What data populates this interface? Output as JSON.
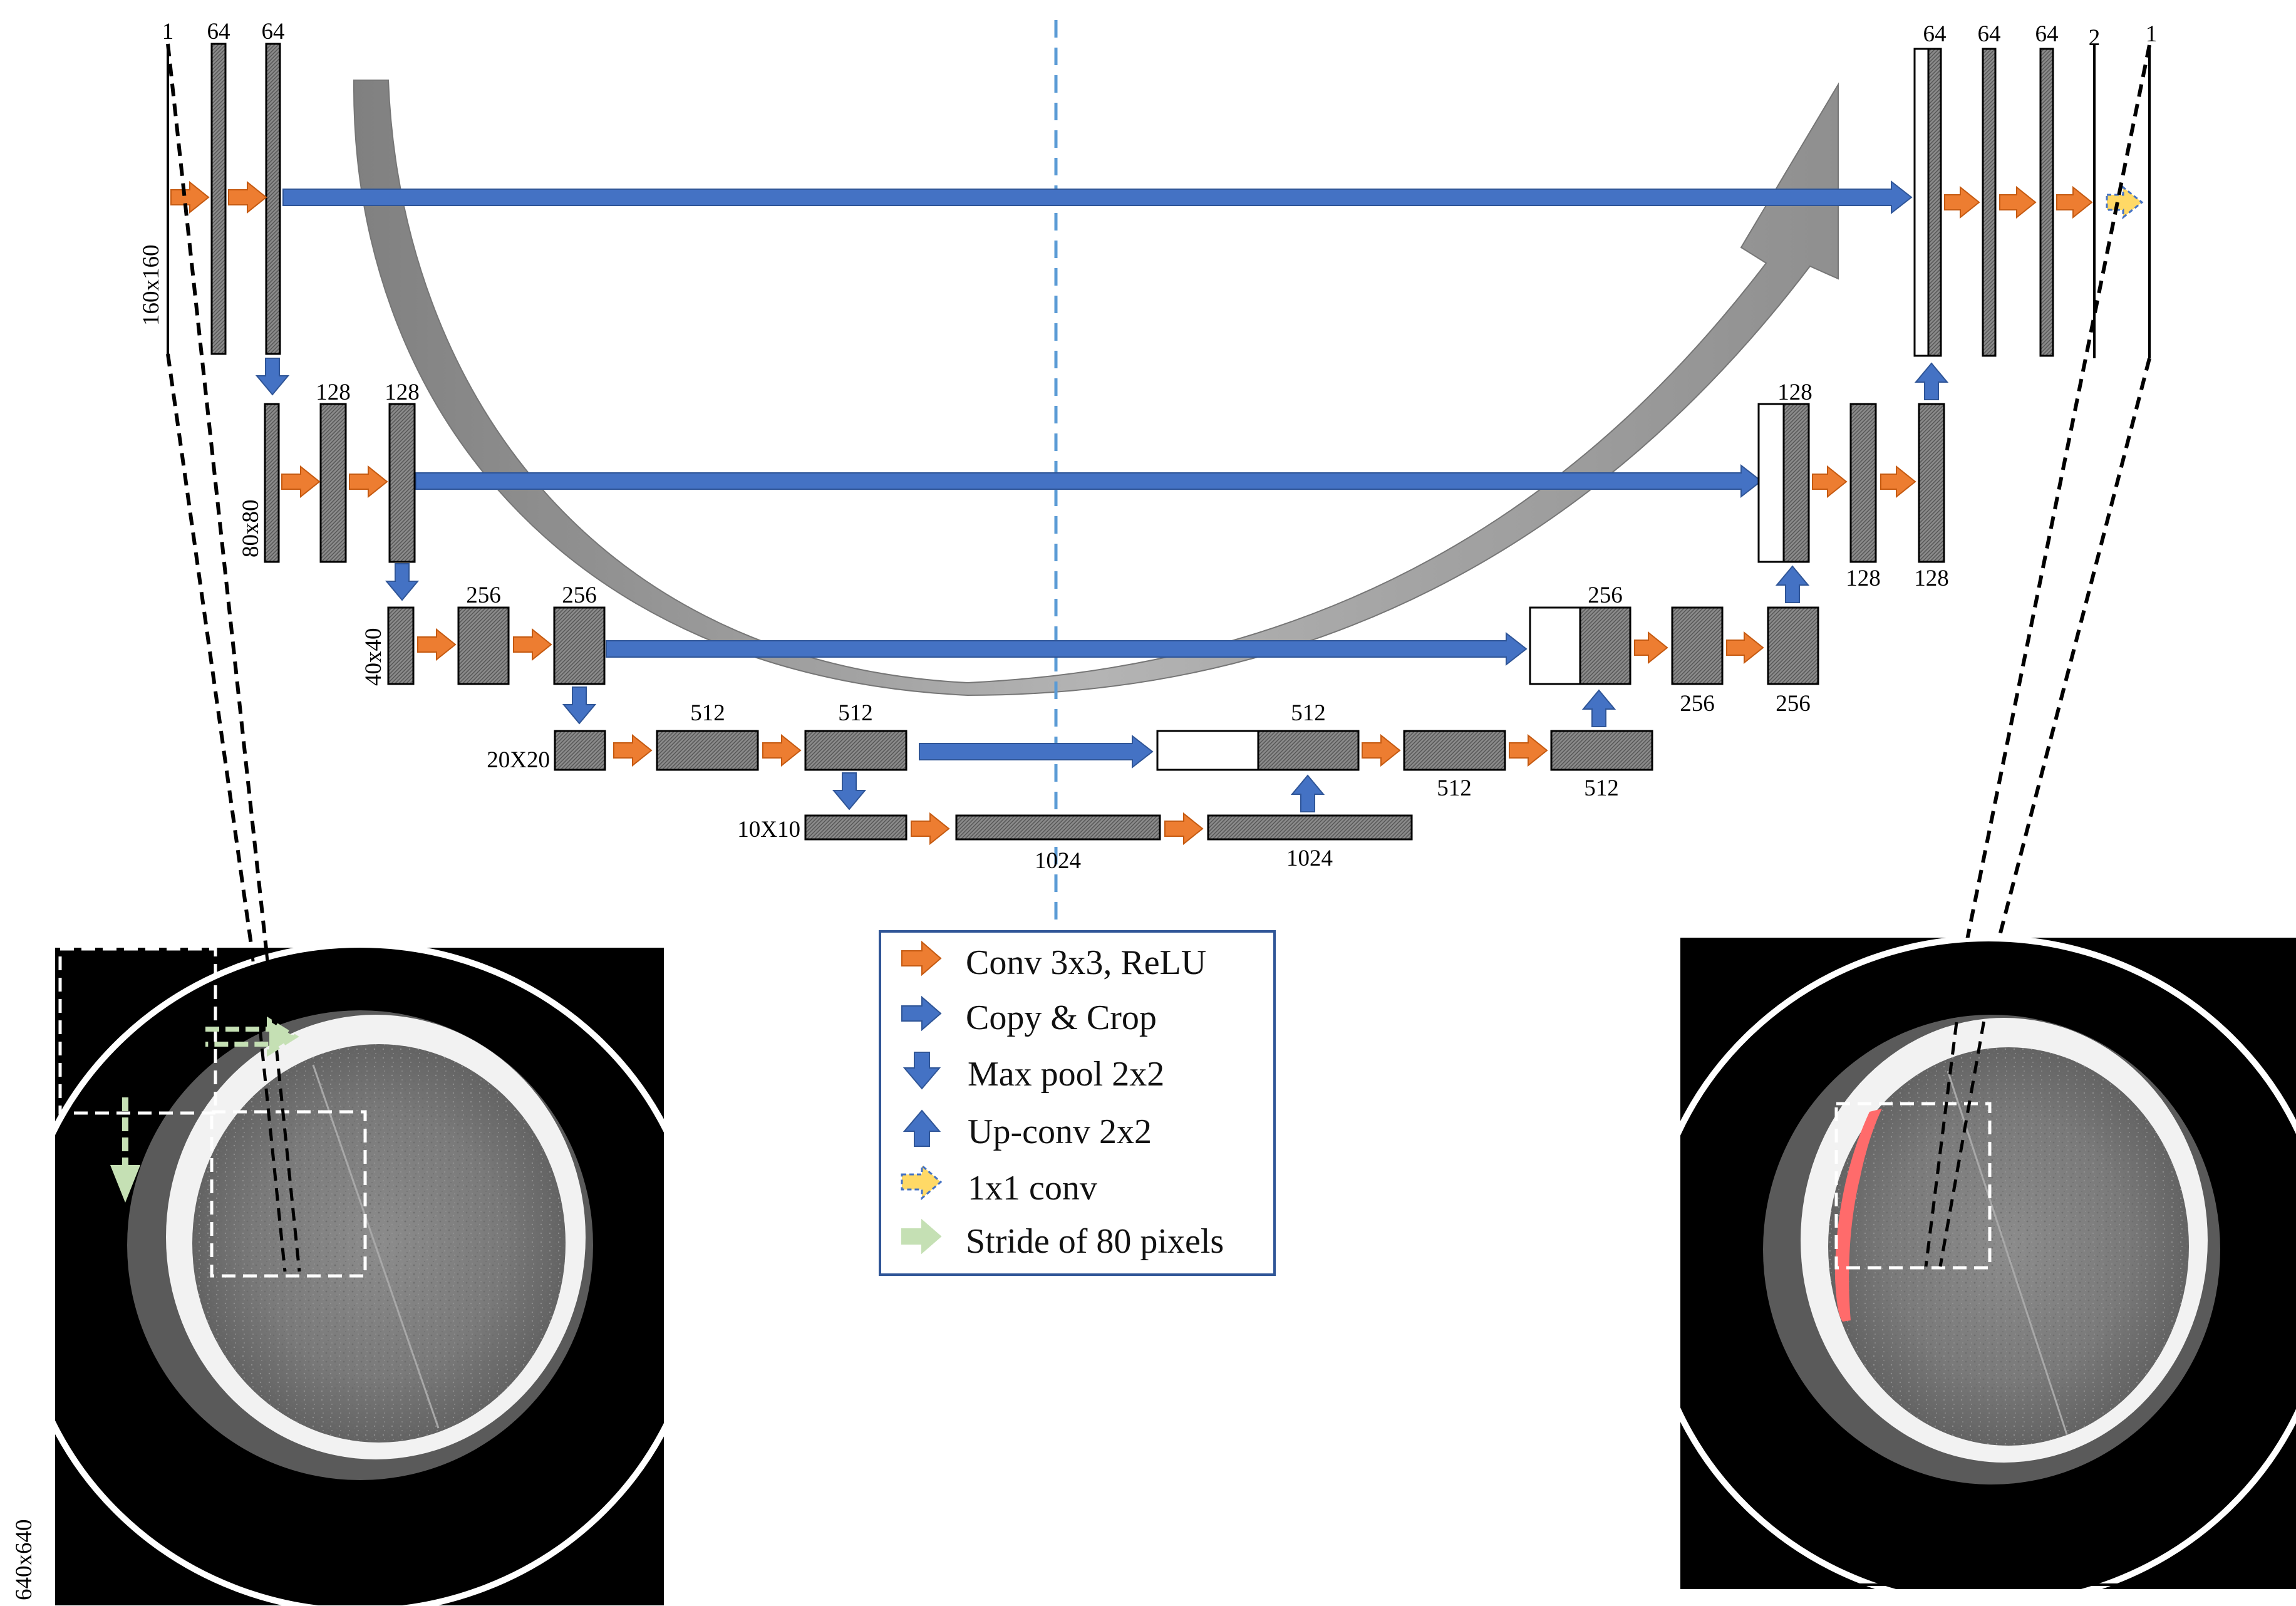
{
  "colors": {
    "conv": "#ED7D31",
    "copy_crop": "#4472C4",
    "max_pool": "#4472C4",
    "up_conv": "#4472C4",
    "conv_1x1": "#FFD966",
    "stride": "#C5E0B4",
    "skip_line": "#5B9BD5",
    "block_fill": "#7F7F7F",
    "segmentation": "#FF6B6B"
  },
  "channel_labels": {
    "enc1_in": "1",
    "enc1_a": "64",
    "enc1_b": "64",
    "enc2_a": "128",
    "enc2_b": "128",
    "enc3_a": "256",
    "enc3_b": "256",
    "enc4_a": "512",
    "enc4_b": "512",
    "bottleneck_a": "1024",
    "bottleneck_b": "1024",
    "dec4_top": "512",
    "dec4_a": "512",
    "dec4_b": "512",
    "dec3_top": "256",
    "dec3_a": "256",
    "dec3_b": "256",
    "dec2_top": "128",
    "dec2_a": "128",
    "dec2_b": "128",
    "dec1_a": "64",
    "dec1_b": "64",
    "dec1_c": "64",
    "dec1_d": "2",
    "dec1_out": "1"
  },
  "size_labels": {
    "s160": "160x160",
    "s80": "80x80",
    "s40": "40x40",
    "s20": "20X20",
    "s10": "10X10",
    "s640": "640x640"
  },
  "legend": {
    "items": [
      {
        "icon": "conv-arrow-icon",
        "label": "Conv 3x3, ReLU"
      },
      {
        "icon": "copy-crop-arrow-icon",
        "label": "Copy & Crop"
      },
      {
        "icon": "max-pool-arrow-icon",
        "label": "Max pool 2x2"
      },
      {
        "icon": "up-conv-arrow-icon",
        "label": "Up-conv 2x2"
      },
      {
        "icon": "conv-1x1-arrow-icon",
        "label": "1x1 conv"
      },
      {
        "icon": "stride-arrow-icon",
        "label": "Stride of 80 pixels"
      }
    ]
  }
}
